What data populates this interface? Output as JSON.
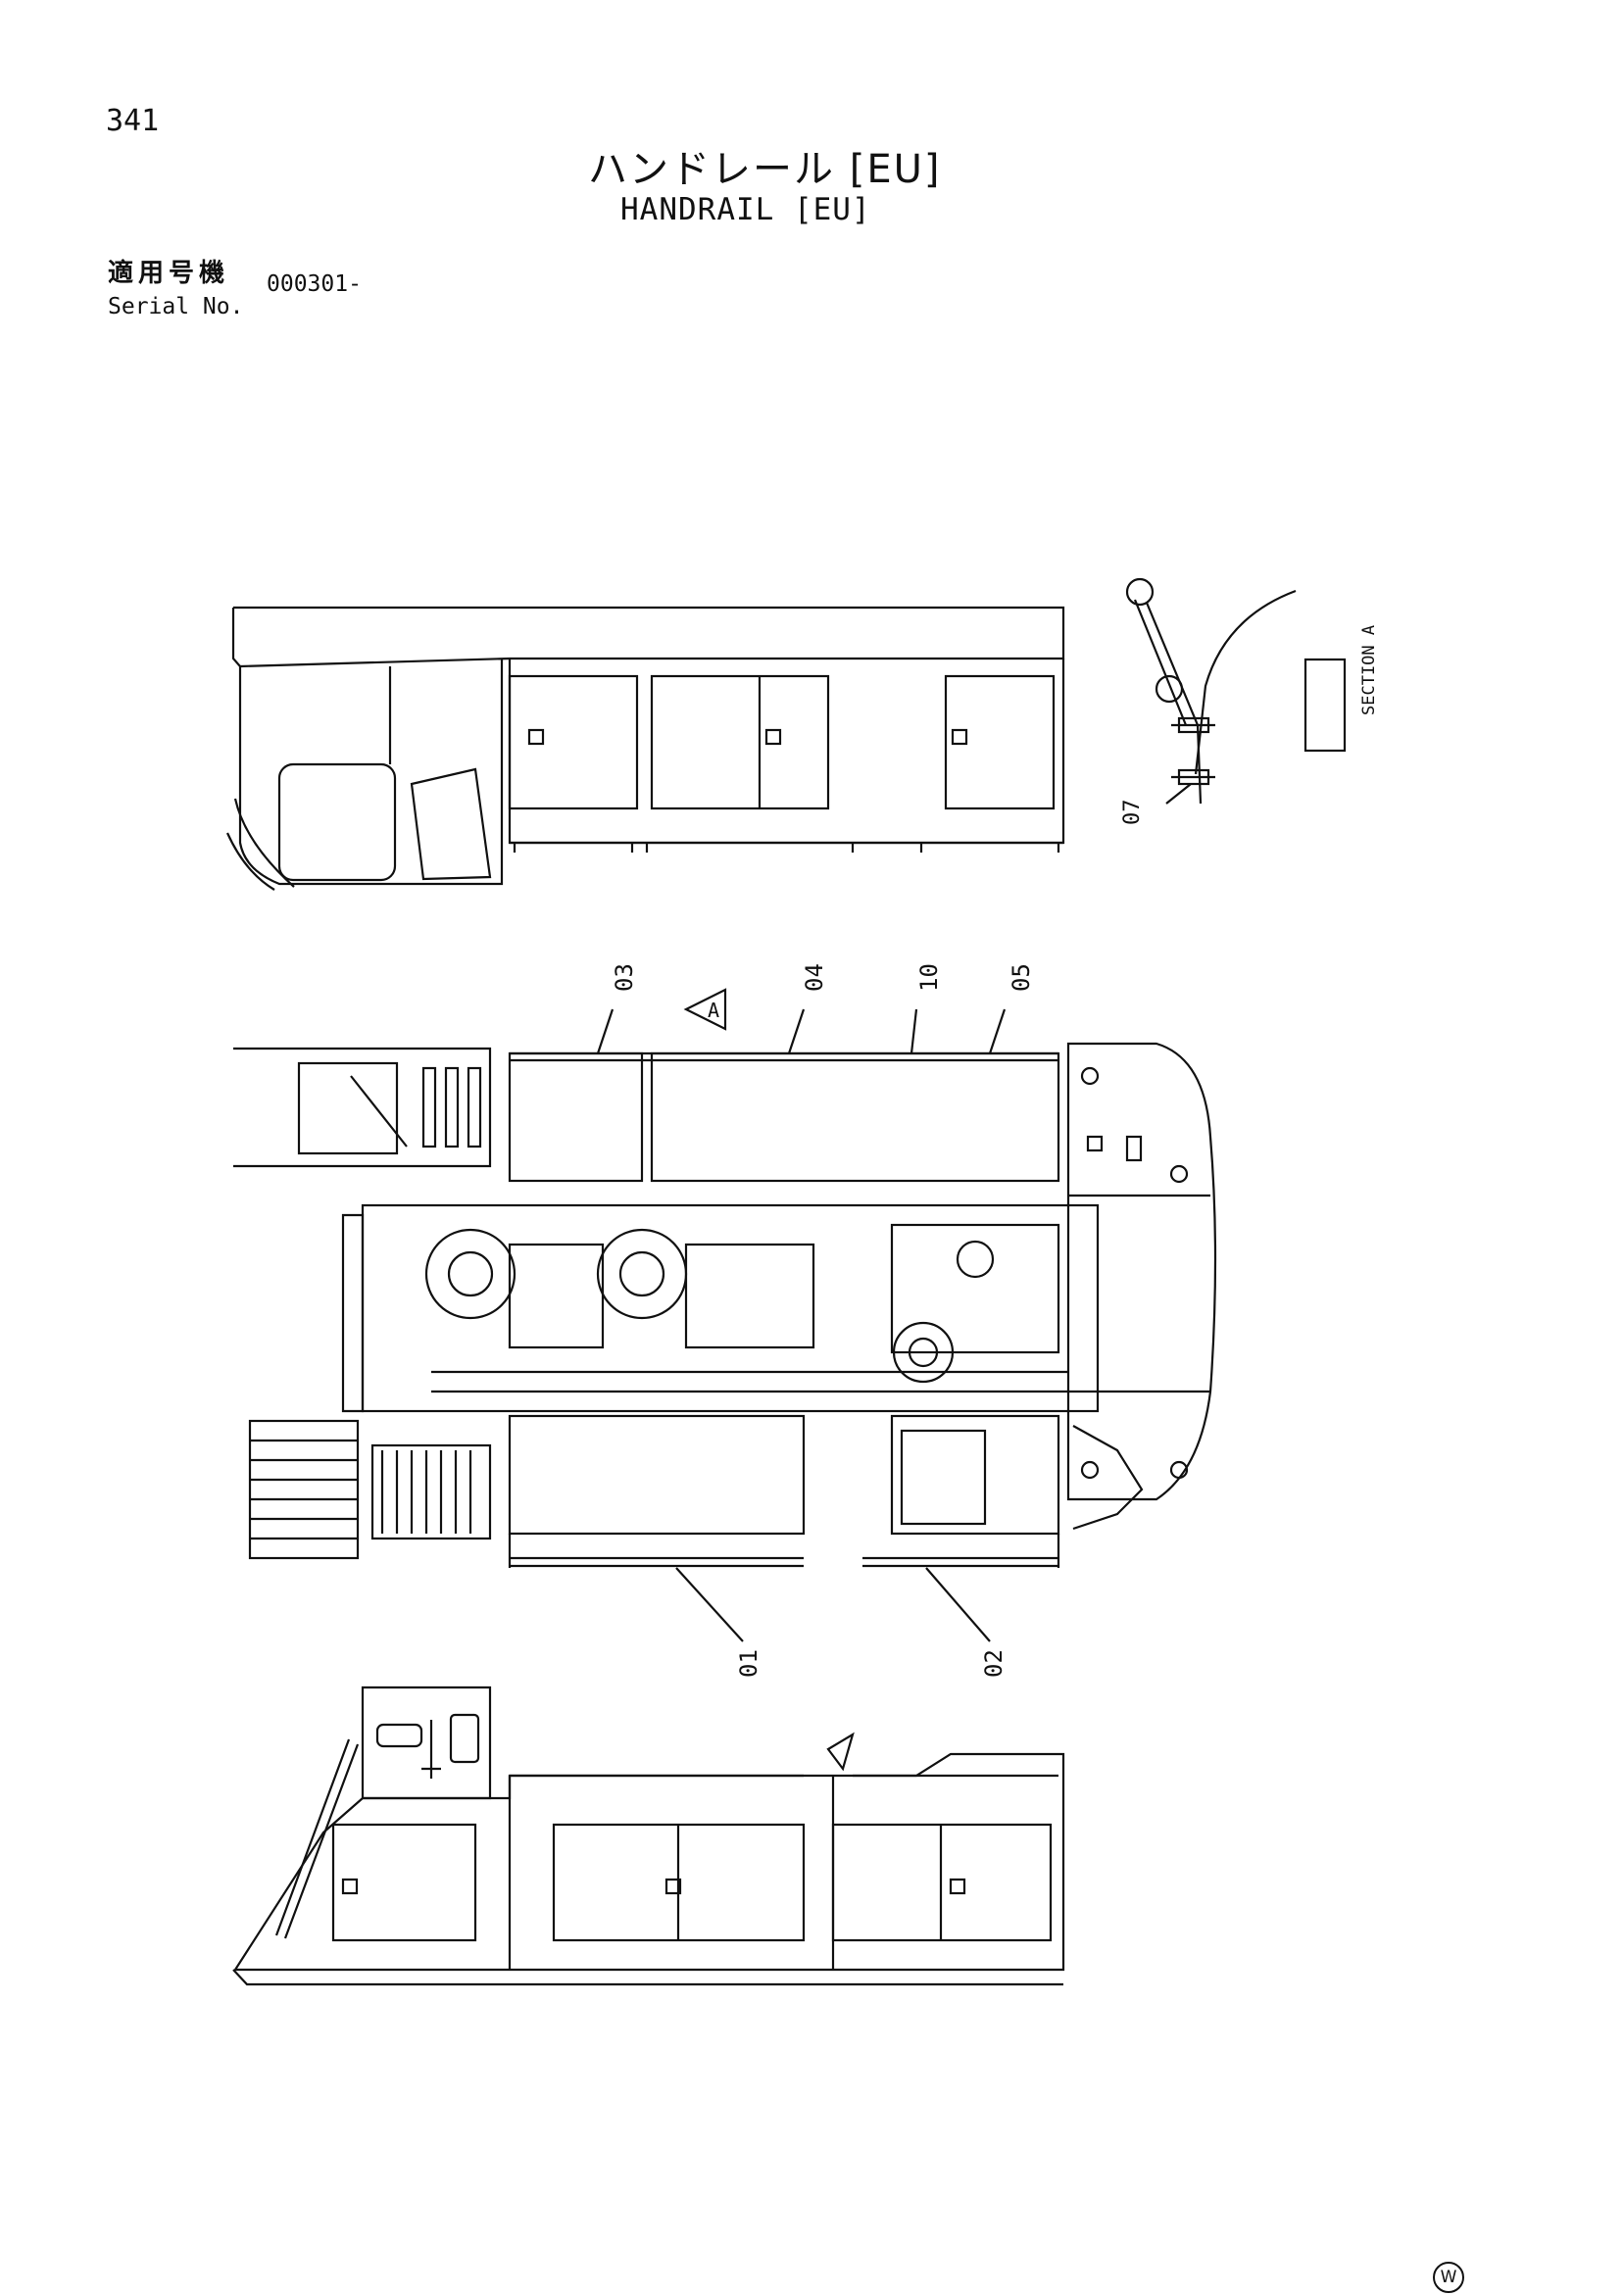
{
  "header": {
    "page_number": "341",
    "title_jp": "ハンドレール [EU]",
    "title_en": "HANDRAIL [EU]",
    "serial_label_jp": "適用号機",
    "serial_label_en": "Serial No.",
    "serial_value": "000301-"
  },
  "drawing": {
    "section_label": "SECTION A",
    "view_marker": "A",
    "part_callouts": [
      "01",
      "02",
      "03",
      "04",
      "05",
      "07",
      "10"
    ]
  },
  "footer": {
    "mark": "W"
  }
}
